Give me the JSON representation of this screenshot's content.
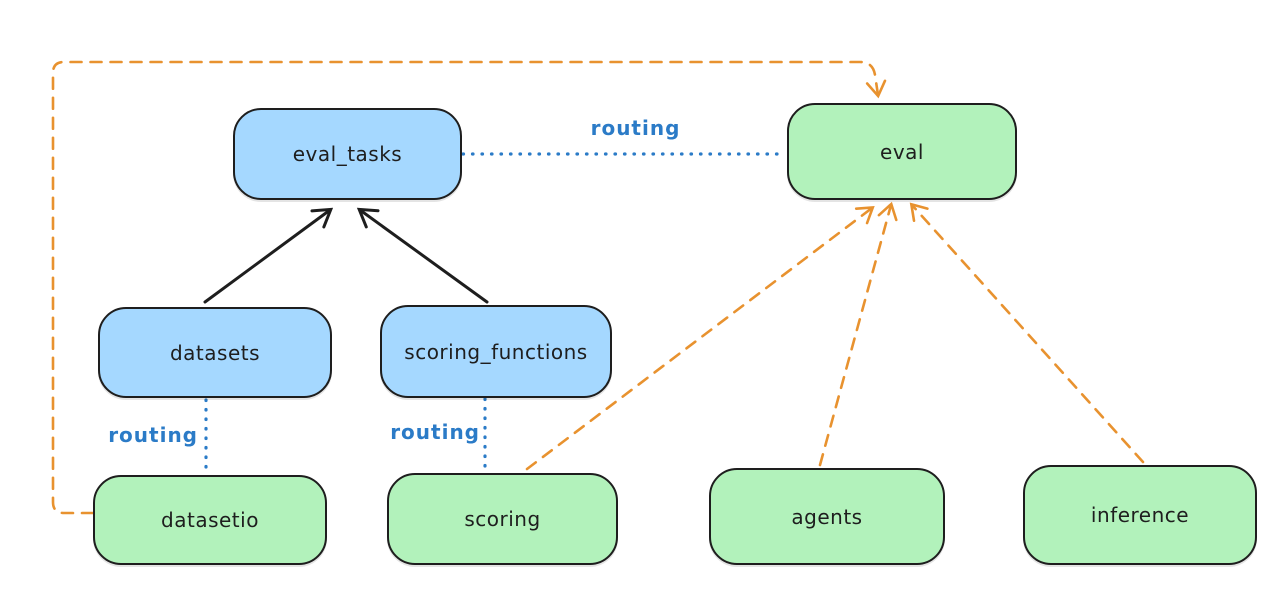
{
  "diagram": {
    "nodes": [
      {
        "id": "eval_tasks",
        "label": "eval_tasks",
        "fill": "blue"
      },
      {
        "id": "eval",
        "label": "eval",
        "fill": "green"
      },
      {
        "id": "datasets",
        "label": "datasets",
        "fill": "blue"
      },
      {
        "id": "scoring_functions",
        "label": "scoring_functions",
        "fill": "blue"
      },
      {
        "id": "datasetio",
        "label": "datasetio",
        "fill": "green"
      },
      {
        "id": "scoring",
        "label": "scoring",
        "fill": "green"
      },
      {
        "id": "agents",
        "label": "agents",
        "fill": "green"
      },
      {
        "id": "inference",
        "label": "inference",
        "fill": "green"
      }
    ],
    "edges": [
      {
        "from": "eval_tasks",
        "to": "eval",
        "style": "dotted",
        "color": "blue",
        "label": "routing"
      },
      {
        "from": "datasets",
        "to": "datasetio",
        "style": "dotted",
        "color": "blue",
        "label": "routing"
      },
      {
        "from": "scoring_functions",
        "to": "scoring",
        "style": "dotted",
        "color": "blue",
        "label": "routing"
      },
      {
        "from": "datasets",
        "to": "eval_tasks",
        "style": "solid-arrow",
        "color": "black",
        "label": ""
      },
      {
        "from": "scoring_functions",
        "to": "eval_tasks",
        "style": "solid-arrow",
        "color": "black",
        "label": ""
      },
      {
        "from": "datasetio",
        "to": "eval",
        "style": "dashed-arrow",
        "color": "orange",
        "label": ""
      },
      {
        "from": "scoring",
        "to": "eval",
        "style": "dashed-arrow",
        "color": "orange",
        "label": ""
      },
      {
        "from": "agents",
        "to": "eval",
        "style": "dashed-arrow",
        "color": "orange",
        "label": ""
      },
      {
        "from": "inference",
        "to": "eval",
        "style": "dashed-arrow",
        "color": "orange",
        "label": ""
      }
    ],
    "colors": {
      "blue_node_fill": "#a5d8ff",
      "green_node_fill": "#b2f2bb",
      "node_stroke": "#1e1e1e",
      "orange_edge": "#e8922f",
      "blue_edge": "#2b7bc7",
      "background": "#ffffff"
    }
  }
}
